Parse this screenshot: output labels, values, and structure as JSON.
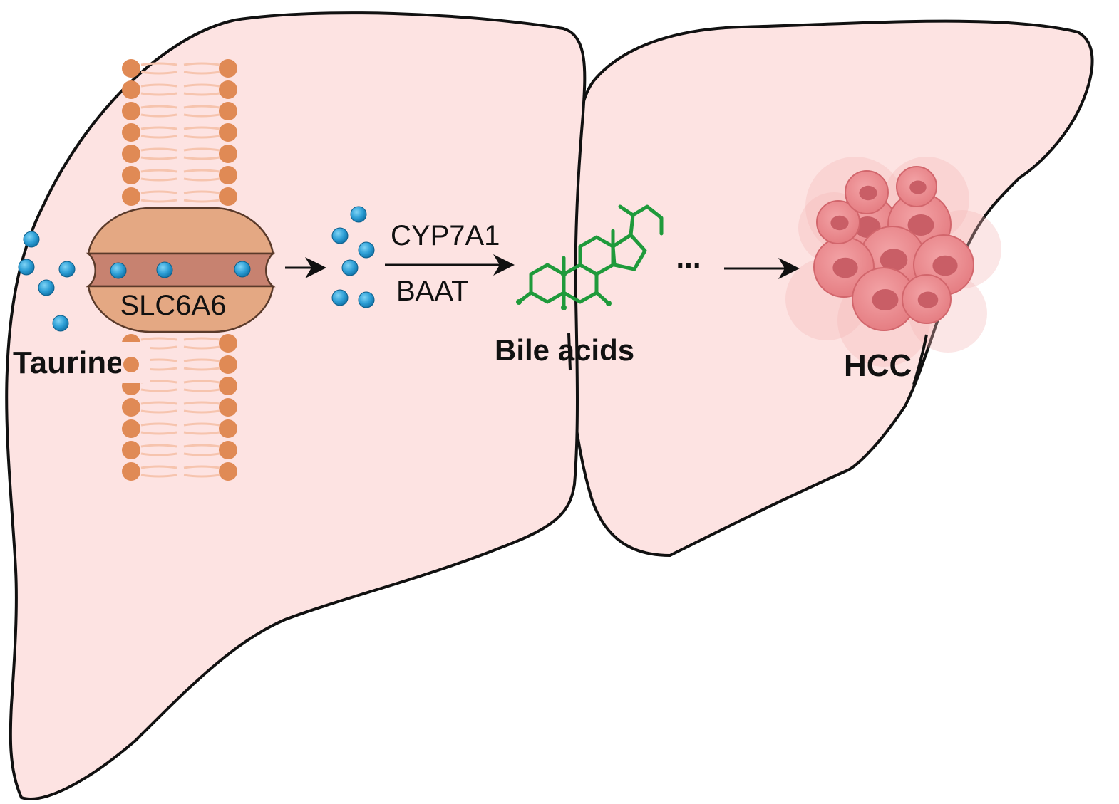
{
  "labels": {
    "transporter": "SLC6A6",
    "substrate": "Taurine",
    "enzyme_top": "CYP7A1",
    "enzyme_bottom": "BAAT",
    "product": "Bile acids",
    "ellipsis": "...",
    "outcome": "HCC"
  },
  "colors": {
    "liver_fill": "#fde3e2",
    "liver_stroke": "#111111",
    "lipid_head": "#e08a55",
    "lipid_tail": "#f6c4ae",
    "transporter_body": "#e4a883",
    "transporter_channel": "#c78270",
    "molecule": "#2e9fd6",
    "bile_acid": "#1f9a3b",
    "tumor": "#e5787e",
    "arrow": "#111111"
  }
}
